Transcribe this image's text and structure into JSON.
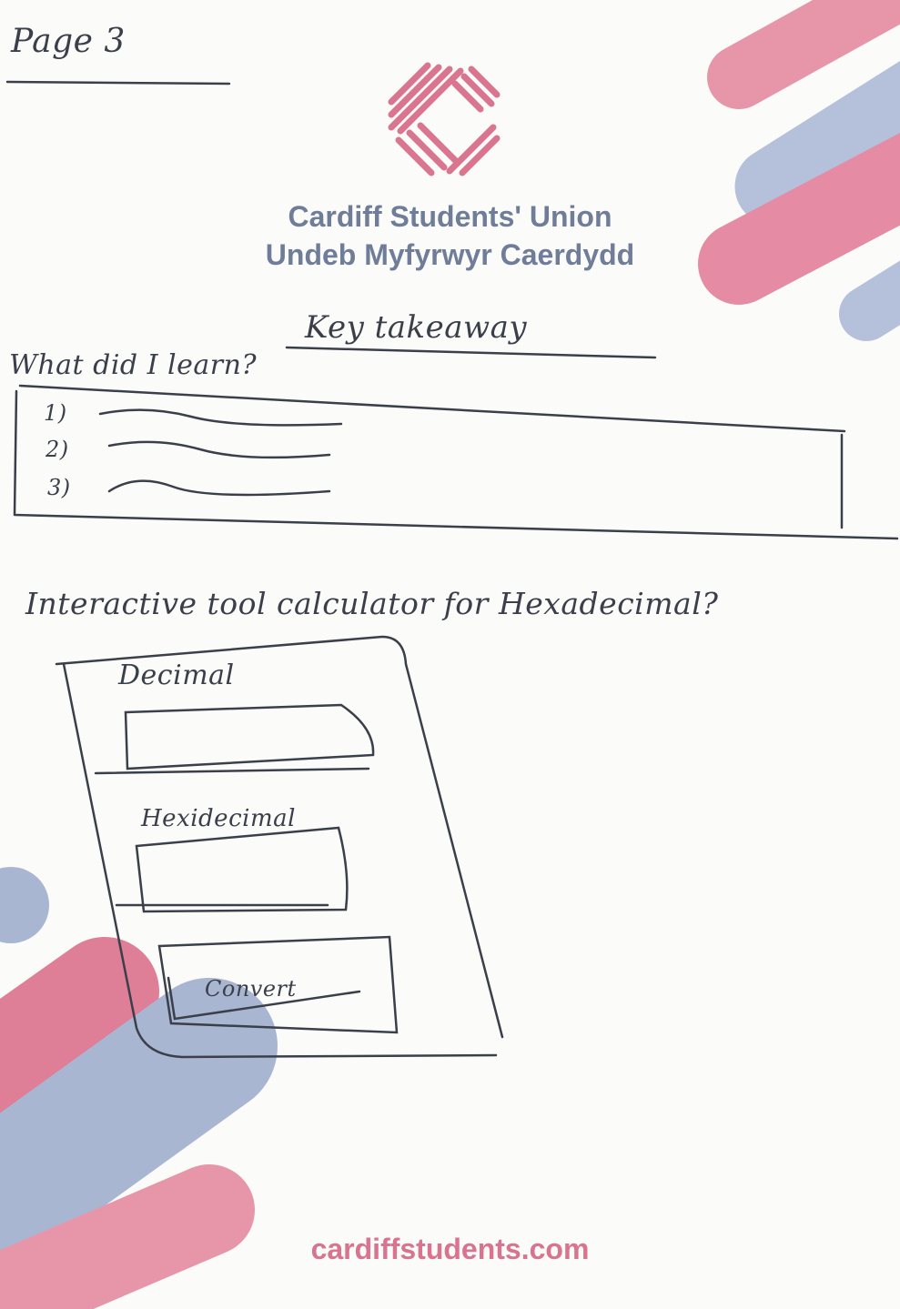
{
  "page_label": "Page 3",
  "organization": {
    "name_en": "Cardiff Students' Union",
    "name_cy": "Undeb Myfyrwyr Caerdydd",
    "website": "cardiffstudents.com"
  },
  "colors": {
    "brand_pink": "#de7e97",
    "brand_blue": "#a9b6d2",
    "org_text": "#6f7d99",
    "ink": "#3a3f4a"
  },
  "notes": {
    "heading": "Key takeaway",
    "question": "What did I learn?",
    "list_markers": [
      "1)",
      "2)",
      "3)"
    ],
    "tool_question": "Interactive tool calculator for Hexadecimal?"
  },
  "sketch": {
    "decimal_label": "Decimal",
    "hex_label": "Hexidecimal",
    "button_label": "Convert"
  }
}
